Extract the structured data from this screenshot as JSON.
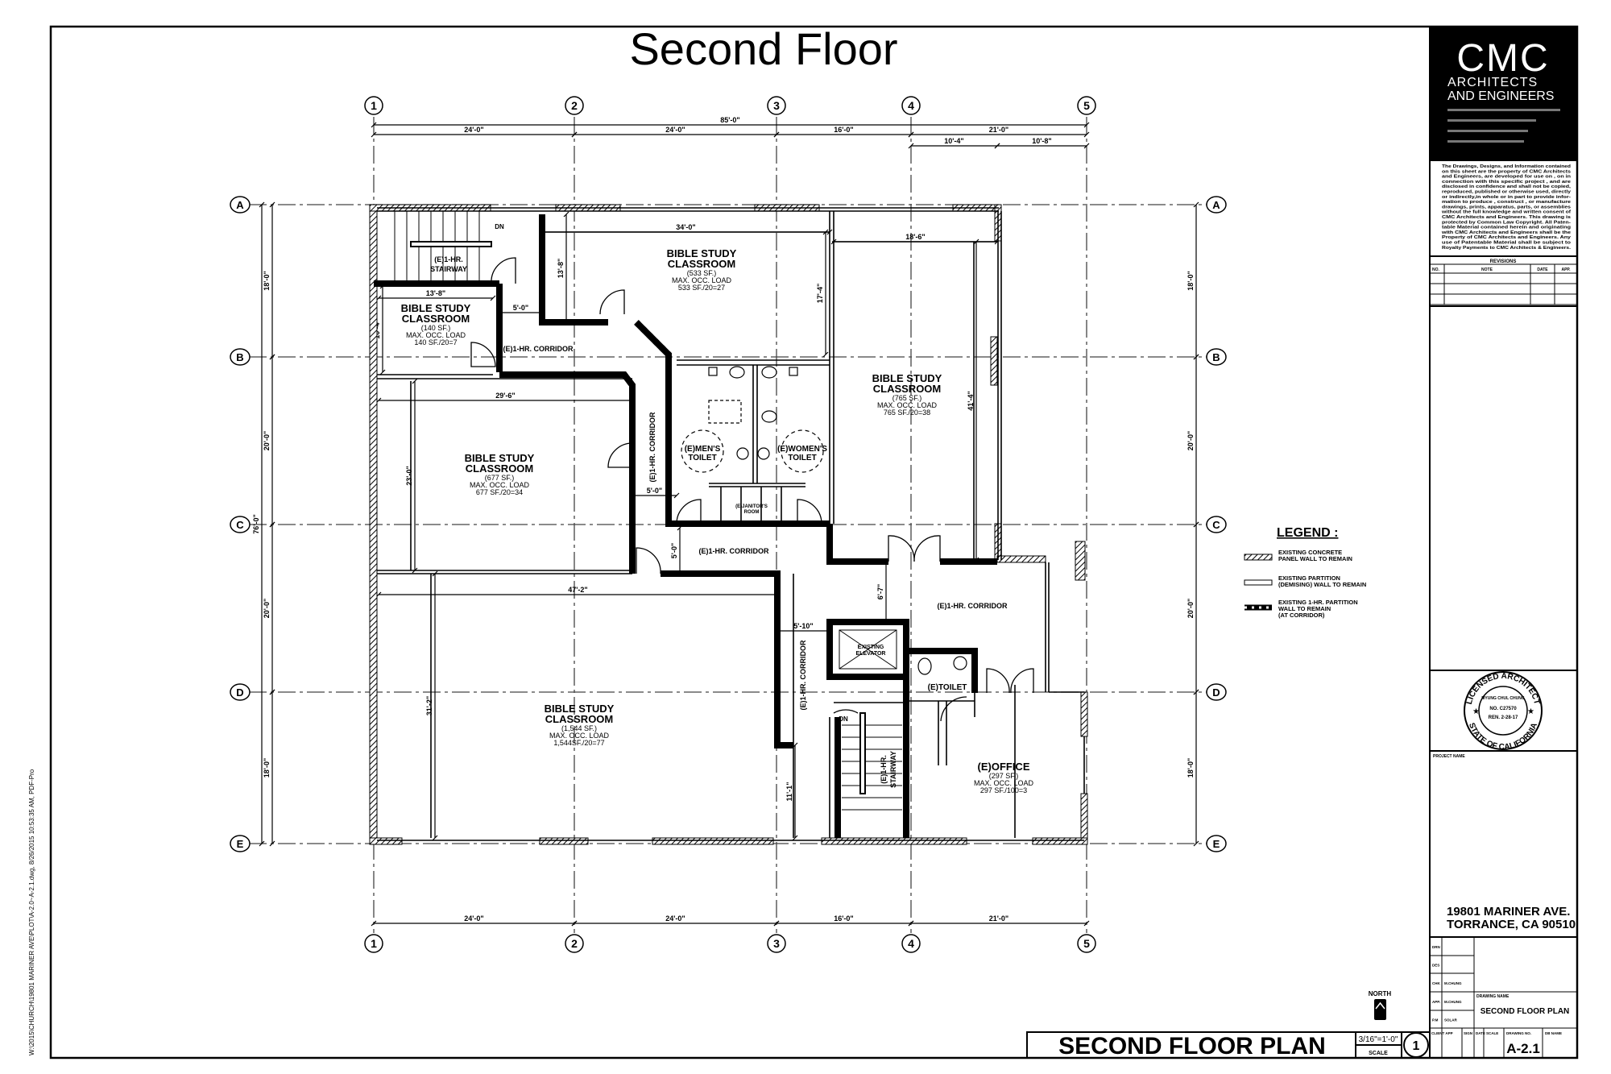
{
  "sheet_title": "Second Floor",
  "grid": {
    "columns": [
      "1",
      "2",
      "3",
      "4",
      "5"
    ],
    "rows": [
      "A",
      "B",
      "C",
      "D",
      "E"
    ]
  },
  "dims": {
    "top_overall": "85'-0\"",
    "top_segments": [
      "24'-0\"",
      "24'-0\"",
      "16'-0\"",
      "21'-0\""
    ],
    "top_sub": [
      "10'-4\"",
      "10'-8\""
    ],
    "bottom_segments": [
      "24'-0\"",
      "24'-0\"",
      "16'-0\"",
      "21'-0\""
    ],
    "left_overall": "76'-0\"",
    "left_segments": [
      "18'-0\"",
      "20'-0\"",
      "20'-0\"",
      "18'-0\""
    ],
    "right_segments": [
      "18'-0\"",
      "20'-0\"",
      "20'-0\"",
      "18'-0\""
    ],
    "interior": [
      "13'-8\"",
      "10'-4\"",
      "5'-0\"",
      "13'-8\"",
      "34'-0\"",
      "17'-4\"",
      "18'-6\"",
      "41'-4\"",
      "29'-6\"",
      "23'-0\"",
      "5'-0\"",
      "5'-0\"",
      "47'-2\"",
      "31'-2\"",
      "6'-7\"",
      "5'-10\"",
      "11'-1\""
    ]
  },
  "rooms": [
    {
      "name1": "BIBLE STUDY",
      "name2": "CLASSROOM",
      "area": "(140 SF.)",
      "load_label": "MAX. OCC. LOAD",
      "load": "140 SF./20=7"
    },
    {
      "name1": "BIBLE STUDY",
      "name2": "CLASSROOM",
      "area": "(533 SF.)",
      "load_label": "MAX. OCC. LOAD",
      "load": "533 SF./20=27"
    },
    {
      "name1": "BIBLE STUDY",
      "name2": "CLASSROOM",
      "area": "(765 SF.)",
      "load_label": "MAX. OCC. LOAD",
      "load": "765 SF./20=38"
    },
    {
      "name1": "BIBLE STUDY",
      "name2": "CLASSROOM",
      "area": "(677 SF.)",
      "load_label": "MAX. OCC. LOAD",
      "load": "677 SF./20=34"
    },
    {
      "name1": "BIBLE STUDY",
      "name2": "CLASSROOM",
      "area": "(1,544 SF.)",
      "load_label": "MAX. OCC. LOAD",
      "load": "1,544SF./20=77"
    },
    {
      "name1": "(E)OFFICE",
      "name2": "",
      "area": "(297 SF.)",
      "load_label": "MAX. OCC. LOAD",
      "load": "297 SF./100=3"
    }
  ],
  "labels": {
    "stair1": [
      "(E)1-HR.",
      "STAIRWAY"
    ],
    "stair2": [
      "(E)1-HR.",
      "STAIRWAY"
    ],
    "corridor": "(E)1-HR. CORRIDOR",
    "mens": [
      "(E)MEN'S",
      "TOILET"
    ],
    "womens": [
      "(E)WOMEN'S",
      "TOILET"
    ],
    "janitor": [
      "(E)JANITOR'S",
      "ROOM"
    ],
    "elevator": [
      "EXISTING",
      "ELEVATOR"
    ],
    "toilet": "(E)TOILET",
    "dn": "DN"
  },
  "legend": {
    "title": "LEGEND :",
    "items": [
      {
        "line1": "EXISTING CONCRETE",
        "line2": "PANEL WALL TO REMAIN",
        "line3": ""
      },
      {
        "line1": "EXISTING PARTITION",
        "line2": "(DEMISING) WALL TO REMAIN",
        "line3": ""
      },
      {
        "line1": "EXISTING 1-HR. PARTITION",
        "line2": "WALL TO REMAIN",
        "line3": "(AT CORRIDOR)"
      }
    ]
  },
  "title_block": {
    "logo": "CMC",
    "firm1": "ARCHITECTS",
    "firm2": "AND ENGINEERS",
    "disclaimer": [
      "The Drawings, Designs, and Information contained",
      "on this sheet are the property of CMC Architects",
      "and Engineers, are developed for use on , on in",
      "connection with this specific project , and are",
      "disclosed in confidence and shall not be copied,",
      "reproduced, published or otherwise used, directly",
      "or indirectly,in whole or in part to provide infor-",
      "mation to produce , construct , or manufacture",
      "drawings, prints, apparatus, parts, or assemblies",
      "without the full knowledge and written consent of",
      "CMC Architects and Engineers. This drawing is",
      "protected by Common Law Copyright. All Paten-",
      "table Material contained herein and originating",
      "with CMC Architects and Engineers shall be the",
      "Property of CMC Architects and Engineers. Any",
      "use of Patentable Material shall be subject to",
      "Royalty Payments to CMC Architects & Engineers."
    ],
    "revisions": {
      "title": "REVISIONS",
      "cols": [
        "NO.",
        "NOTE",
        "DATE",
        "APP."
      ]
    },
    "stamp": {
      "top": "LICENSED ARCHITECT",
      "name": "MYUNG CHUL CHUNG",
      "no": "NO. C27570",
      "ren": "REN. 2-28-17",
      "bottom": "STATE OF CALIFORNIA"
    },
    "project_name_label": "PROJECT NAME",
    "address1": "19801 MARINER AVE.",
    "address2": "TORRANCE, CA 90510",
    "rows": [
      {
        "label": "DRN",
        "value": ""
      },
      {
        "label": "DES",
        "value": ""
      },
      {
        "label": "CHK",
        "value": "M.CHUNG"
      },
      {
        "label": "APP.",
        "value": "M.CHUNG"
      },
      {
        "label": "P.M",
        "value": "SOLAR"
      }
    ],
    "drawing_name_label": "DRAWING NAME",
    "drawing_name": "SECOND FLOOR PLAN",
    "bottom_cols": [
      "CLIENT APP",
      "SIGN",
      "DATE",
      "SCALE",
      "DRAWING NO.",
      "DB NAME"
    ],
    "drawing_no": "A-2.1"
  },
  "plan_title": {
    "title": "SECOND FLOOR PLAN",
    "scale": "3/16\"=1'-0\"",
    "scale_label": "SCALE",
    "number": "1"
  },
  "north_label": "NORTH",
  "plot_path": "W:\\2015\\CHURCH\\19801 MARINER AVE\\PLOT\\A-2.0~A-2.1.dwg, 8/26/2015 10:53:35 AM, PDF-Pro"
}
